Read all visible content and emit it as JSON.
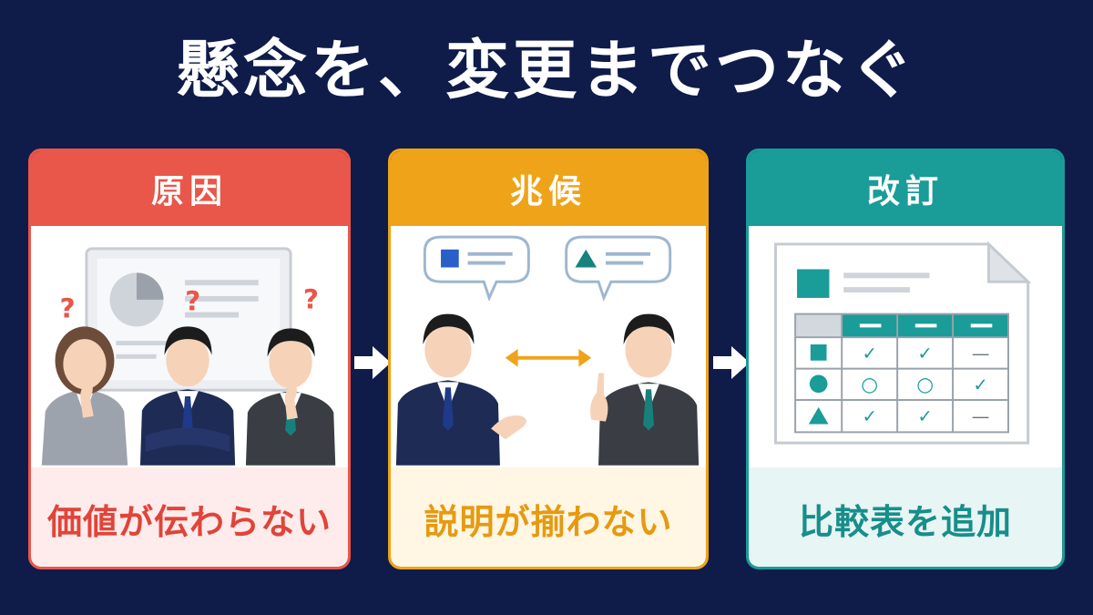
{
  "title": "懸念を、変更までつなぐ",
  "colors": {
    "background": "#0f1c4a",
    "cause": "#e9564a",
    "symptom": "#efa318",
    "revision": "#1a9c98"
  },
  "cards": [
    {
      "heading": "原因",
      "caption": "価値が伝わらない"
    },
    {
      "heading": "兆候",
      "caption": "説明が揃わない"
    },
    {
      "heading": "改訂",
      "caption": "比較表を追加"
    }
  ],
  "cause_scene": {
    "marks": [
      "?",
      "?",
      "?"
    ]
  },
  "comparison_table": {
    "rows": [
      [
        "✓",
        "✓",
        "—"
      ],
      [
        "○",
        "○",
        "✓"
      ],
      [
        "✓",
        "✓",
        "—"
      ]
    ]
  }
}
